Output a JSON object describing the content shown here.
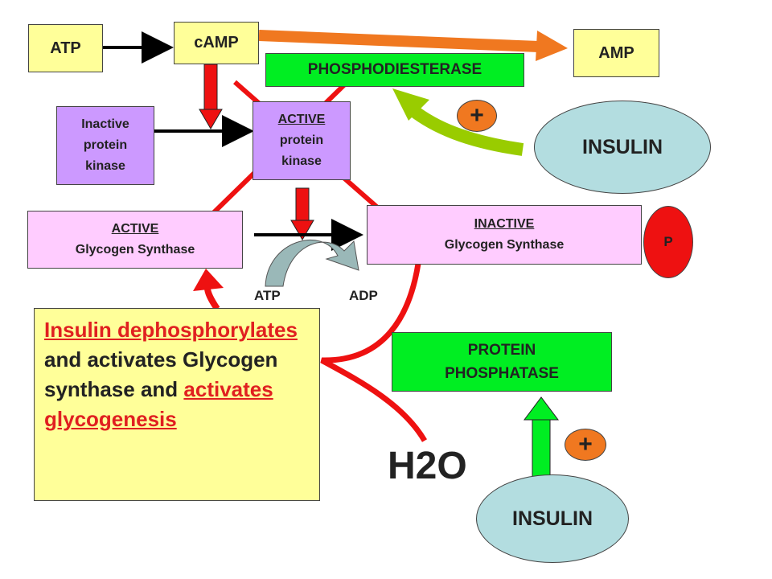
{
  "nodes": {
    "atp_top": "ATP",
    "camp": "cAMP",
    "amp": "AMP",
    "phosphodiesterase": "PHOSPHODIESTERASE",
    "inactive_pk": [
      "Inactive",
      "protein",
      "kinase"
    ],
    "active_pk": [
      "ACTIVE",
      "protein",
      "kinase"
    ],
    "active_gs": [
      "ACTIVE",
      "Glycogen Synthase"
    ],
    "inactive_gs": [
      "INACTIVE",
      "Glycogen Synthase"
    ],
    "phosphate": "P",
    "atp_bottom": "ATP",
    "adp": "ADP",
    "protein_phosphatase": [
      "PROTEIN",
      "PHOSPHATASE"
    ],
    "insulin_top": "INSULIN",
    "insulin_bottom": "INSULIN",
    "plus_top": "+",
    "plus_bottom": "+",
    "water": "H2O"
  },
  "note": {
    "part1": "Insulin dephosphorylates",
    "part2": " and activates Glycogen synthase and ",
    "part3": "activates glycogenesis"
  },
  "colors": {
    "yellow": "#ffff99",
    "green": "#00ee22",
    "purple": "#cc99ff",
    "pink": "#ffccff",
    "insulin": "#b3dde0",
    "red": "#ee1111",
    "orange": "#f07820",
    "lime": "#99cc00"
  }
}
